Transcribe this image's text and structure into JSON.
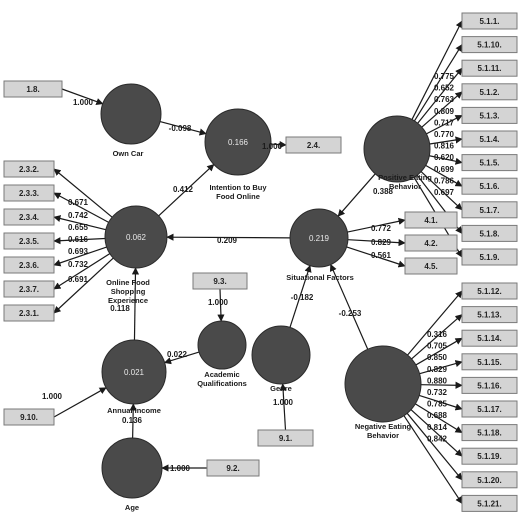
{
  "nodes": {
    "own_car": {
      "label": "Own Car",
      "value": ""
    },
    "intention": {
      "label": "Intention to Buy|Food Online",
      "value": "0.166"
    },
    "positive": {
      "label": "Positive Eating|Behavior",
      "value": ""
    },
    "online": {
      "label": "Online Food|Shopping|Experience",
      "value": "0.062"
    },
    "situational": {
      "label": "Situational Factors",
      "value": "0.219"
    },
    "academic": {
      "label": "Academic|Qualifications",
      "value": ""
    },
    "genre": {
      "label": "Genre",
      "value": ""
    },
    "income": {
      "label": "Annual Income",
      "value": "0.021"
    },
    "negative": {
      "label": "Negative Eating|Behavior",
      "value": ""
    },
    "age": {
      "label": "Age",
      "value": ""
    }
  },
  "indicators": {
    "i_1_8": "1.8.",
    "i_2_4": "2.4.",
    "i_2_3_2": "2.3.2.",
    "i_2_3_3": "2.3.3.",
    "i_2_3_4": "2.3.4.",
    "i_2_3_5": "2.3.5.",
    "i_2_3_6": "2.3.6.",
    "i_2_3_7": "2.3.7.",
    "i_2_3_1": "2.3.1.",
    "i_9_3": "9.3.",
    "i_9_10": "9.10.",
    "i_9_1": "9.1.",
    "i_9_2": "9.2.",
    "i_4_1": "4.1.",
    "i_4_2": "4.2.",
    "i_4_5": "4.5.",
    "i_5_1_1": "5.1.1.",
    "i_5_1_10": "5.1.10.",
    "i_5_1_11": "5.1.11.",
    "i_5_1_2": "5.1.2.",
    "i_5_1_3": "5.1.3.",
    "i_5_1_4": "5.1.4.",
    "i_5_1_5": "5.1.5.",
    "i_5_1_6": "5.1.6.",
    "i_5_1_7": "5.1.7.",
    "i_5_1_8": "5.1.8.",
    "i_5_1_9": "5.1.9.",
    "i_5_1_12": "5.1.12.",
    "i_5_1_13": "5.1.13.",
    "i_5_1_14": "5.1.14.",
    "i_5_1_15": "5.1.15.",
    "i_5_1_16": "5.1.16.",
    "i_5_1_17": "5.1.17.",
    "i_5_1_18": "5.1.18.",
    "i_5_1_19": "5.1.19.",
    "i_5_1_20": "5.1.20.",
    "i_5_1_21": "5.1.21."
  },
  "paths": {
    "owncar_intention": "-0.098",
    "online_intention": "0.412",
    "situational_online": "0.209",
    "positive_situational": "0.388",
    "genre_situational": "-0.182",
    "negative_situational": "-0.253",
    "academic_income": "0.022",
    "income_online": "0.118",
    "age_income": "0.136"
  },
  "loadings": {
    "l_1_8": "1.000",
    "l_2_4": "1.000",
    "l_9_3": "1.000",
    "l_9_10": "1.000",
    "l_9_1": "1.000",
    "l_9_2": "1.000",
    "l_2_3_2": "0.671",
    "l_2_3_3": "0.742",
    "l_2_3_4": "0.655",
    "l_2_3_5": "0.616",
    "l_2_3_6": "0.693",
    "l_2_3_7": "0.732",
    "l_2_3_1": "0.691",
    "l_4_1": "0.772",
    "l_4_2": "0.829",
    "l_4_5": "0.561",
    "l_5_1_1": "0.775",
    "l_5_1_10": "0.652",
    "l_5_1_11": "0.763",
    "l_5_1_2": "0.809",
    "l_5_1_3": "0.717",
    "l_5_1_4": "0.770",
    "l_5_1_5": "0.816",
    "l_5_1_6": "0.620",
    "l_5_1_7": "0.699",
    "l_5_1_8": "0.786",
    "l_5_1_9": "0.697",
    "l_5_1_12": "0.316",
    "l_5_1_13": "0.705",
    "l_5_1_14": "0.850",
    "l_5_1_15": "0.829",
    "l_5_1_16": "0.880",
    "l_5_1_17": "0.732",
    "l_5_1_18": "0.785",
    "l_5_1_19": "0.688",
    "l_5_1_20": "0.814",
    "l_5_1_21": "0.842"
  }
}
